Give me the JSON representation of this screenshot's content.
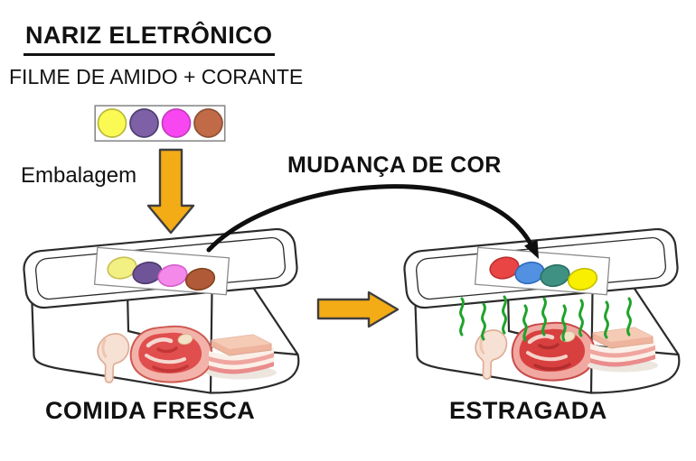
{
  "header": {
    "title": "NARIZ ELETRÔNICO",
    "subtitle": "FILME DE AMIDO + CORANTE"
  },
  "film_strip": {
    "dot_colors": [
      "#FBFA55",
      "#7D60A5",
      "#F846F0",
      "#C06A48"
    ],
    "dot_borders": [
      "#B9B83B",
      "#4F3D72",
      "#C23CBC",
      "#8E4F35"
    ]
  },
  "labels": {
    "packaging": "Embalagem",
    "color_change": "MUDANÇA DE COR"
  },
  "fresh_container": {
    "label": "COMIDA FRESCA",
    "strip_colors": [
      "#F2EF83",
      "#6F5598",
      "#F489EA",
      "#B05A38"
    ],
    "strip_borders": [
      "#C8C052",
      "#4C3A6E",
      "#D55FC9",
      "#84421F"
    ],
    "food_icons": [
      "chicken-drumstick-icon",
      "steak-icon",
      "bacon-icon"
    ]
  },
  "spoiled_container": {
    "label": "ESTRAGADA",
    "strip_colors": [
      "#E94545",
      "#5291E2",
      "#3F9184",
      "#F8F000"
    ],
    "strip_borders": [
      "#BC2F2F",
      "#2F6BBE",
      "#2A6F62",
      "#C4BE00"
    ],
    "food_icons": [
      "chicken-drumstick-icon",
      "steak-icon",
      "bacon-icon"
    ],
    "gas_lines_count": 9
  },
  "style": {
    "background": "#FFFFFF",
    "text_color": "#111111",
    "outline_color": "#2B2B2B",
    "strip_border_color": "#8A8A8A",
    "arrow_fill": "#F3AC15",
    "arrow_stroke": "#3F3F3F",
    "curved_arrow_color": "#0F0F0F",
    "gas_color": "#1FA32C"
  }
}
